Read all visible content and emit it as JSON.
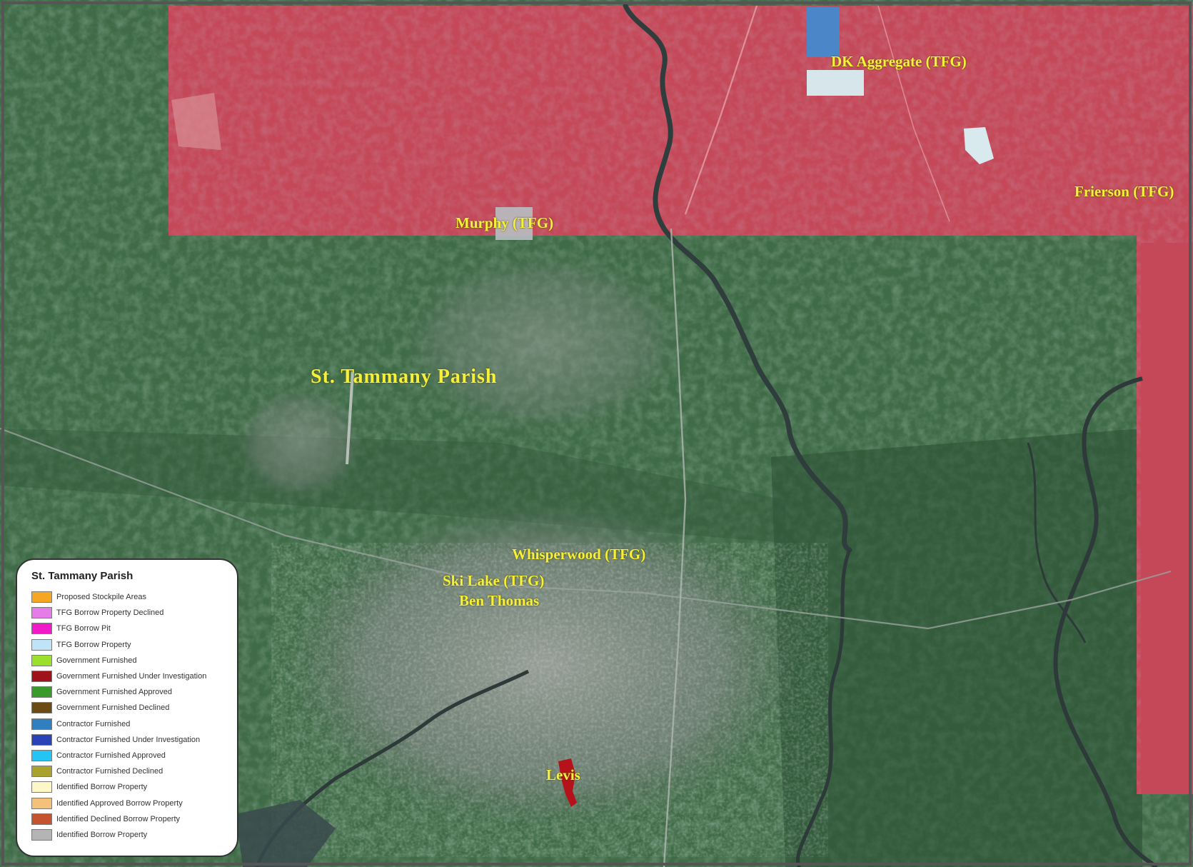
{
  "map": {
    "colors": {
      "land_green": "#3f6b47",
      "forest_dark": "#2a4f33",
      "urban_gray": "#8a918c",
      "red_zone": "#c44858",
      "water": "#3a4a4c",
      "label_yellow": "#f6ef3c",
      "levis_site": "#b5121b"
    },
    "labels": {
      "parish": "St. Tammany Parish",
      "dk_aggregate": "DK Aggregate (TFG)",
      "frierson": "Frierson (TFG)",
      "murphy": "Murphy (TFG)",
      "whisperwood": "Whisperwood (TFG)",
      "ski_lake": "Ski Lake (TFG)",
      "ben_thomas": "Ben Thomas",
      "levis": "Levis"
    }
  },
  "legend": {
    "title": "St. Tammany Parish",
    "items": [
      {
        "label": "Proposed Stockpile Areas",
        "color": "#f5a623"
      },
      {
        "label": "TFG Borrow Property Declined",
        "color": "#e57de8"
      },
      {
        "label": "TFG Borrow Pit",
        "color": "#f01ac8"
      },
      {
        "label": "TFG Borrow Property",
        "color": "#bfe3f7"
      },
      {
        "label": "Government Furnished",
        "color": "#9be02a"
      },
      {
        "label": "Government Furnished Under Investigation",
        "color": "#a0121a"
      },
      {
        "label": "Government Furnished Approved",
        "color": "#3a9a2c"
      },
      {
        "label": "Government Furnished Declined",
        "color": "#6b4a14"
      },
      {
        "label": "Contractor Furnished",
        "color": "#2f7fc1"
      },
      {
        "label": "Contractor Furnished Under Investigation",
        "color": "#2a44b8"
      },
      {
        "label": "Contractor Furnished Approved",
        "color": "#24c4f4"
      },
      {
        "label": "Contractor Furnished Declined",
        "color": "#a9a22c"
      },
      {
        "label": "Identified Borrow Property",
        "color": "#fdf6c6"
      },
      {
        "label": "Identified Approved Borrow Property",
        "color": "#f4c07a"
      },
      {
        "label": "Identified Declined Borrow Property",
        "color": "#c5532e"
      },
      {
        "label": "Identified Borrow Property",
        "color": "#b4b4b4"
      }
    ]
  }
}
